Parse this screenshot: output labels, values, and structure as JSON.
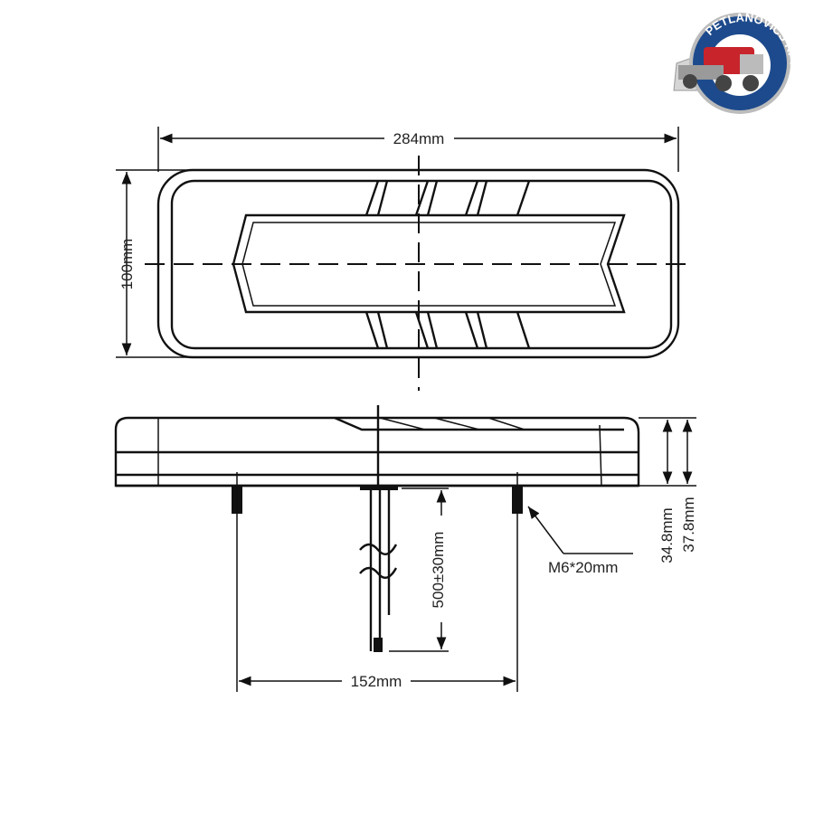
{
  "logo": {
    "text": "PETLÁNOVICS KFT",
    "colors": {
      "ring": "#1d4a8c",
      "truck": "#c8242c",
      "silver": "#c9c9c9"
    }
  },
  "dimensions": {
    "width": "284mm",
    "height": "100mm",
    "depth_body": "34.8mm",
    "depth_total": "37.8mm",
    "bolt_spacing": "152mm",
    "cable_length": "500±30mm",
    "bolt_size": "M6*20mm"
  }
}
